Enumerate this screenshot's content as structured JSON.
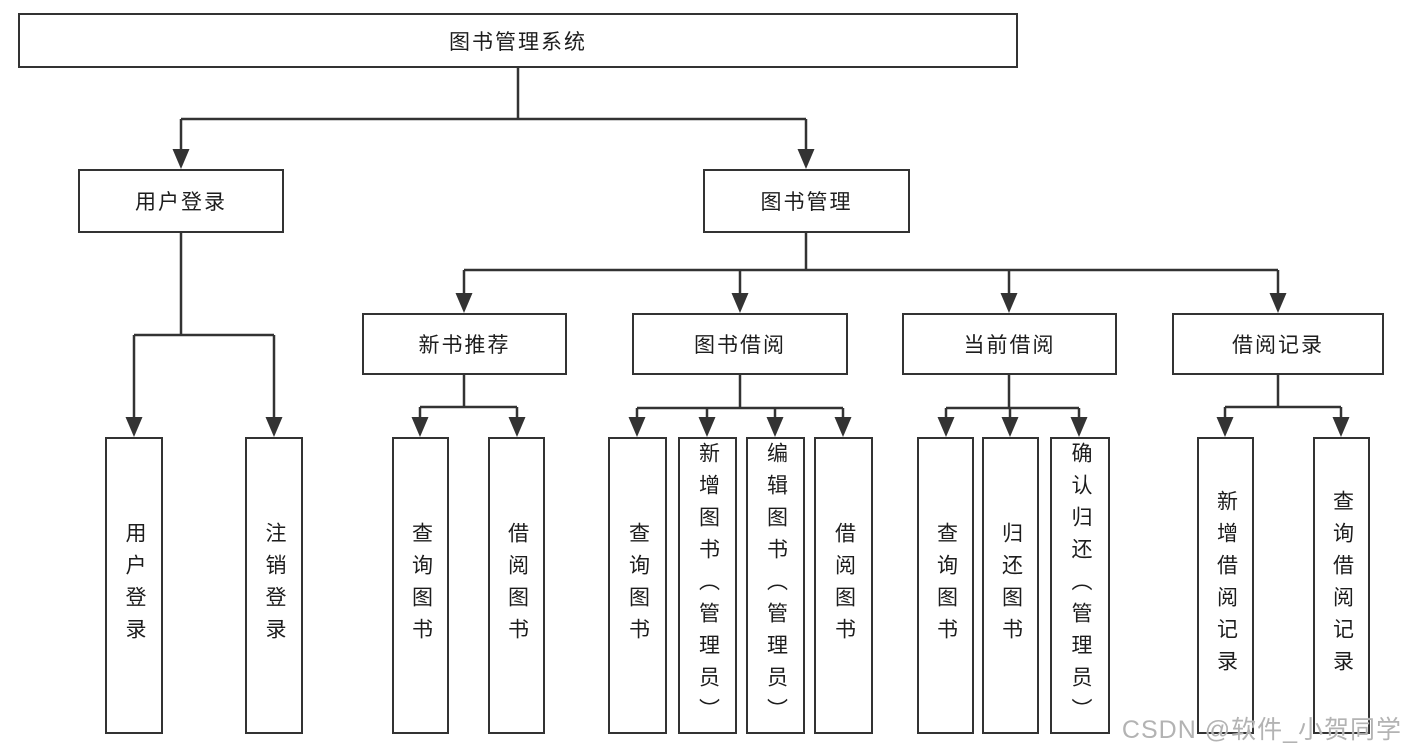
{
  "diagram": {
    "nodes": {
      "root": "图书管理系统",
      "user_login": "用户登录",
      "book_mgmt": "图书管理",
      "new_book_rec": "新书推荐",
      "book_borrow": "图书借阅",
      "current_borrow": "当前借阅",
      "borrow_record": "借阅记录",
      "ul_user_login": "用户登录",
      "ul_logout": "注销登录",
      "nb_query_book": "查询图书",
      "nb_borrow_book": "借阅图书",
      "bb_query_book": "查询图书",
      "bb_add_book": "新增图书（管理员）",
      "bb_edit_book": "编辑图书（管理员）",
      "bb_borrow_book": "借阅图书",
      "cb_query_book": "查询图书",
      "cb_return_book": "归还图书",
      "cb_confirm_return": "确认归还（管理员）",
      "br_add_record": "新增借阅记录",
      "br_query_record": "查询借阅记录"
    },
    "hierarchy": {
      "图书管理系统": {
        "用户登录": [
          "用户登录",
          "注销登录"
        ],
        "图书管理": {
          "新书推荐": [
            "查询图书",
            "借阅图书"
          ],
          "图书借阅": [
            "查询图书",
            "新增图书（管理员）",
            "编辑图书（管理员）",
            "借阅图书"
          ],
          "当前借阅": [
            "查询图书",
            "归还图书",
            "确认归还（管理员）"
          ],
          "借阅记录": [
            "新增借阅记录",
            "查询借阅记录"
          ]
        }
      }
    },
    "watermark": "CSDN @软件_小贺同学",
    "colors": {
      "line": "#333333",
      "text": "#1d1d1d",
      "box_background": "#ffffff",
      "watermark": "#b3b3b3"
    }
  }
}
